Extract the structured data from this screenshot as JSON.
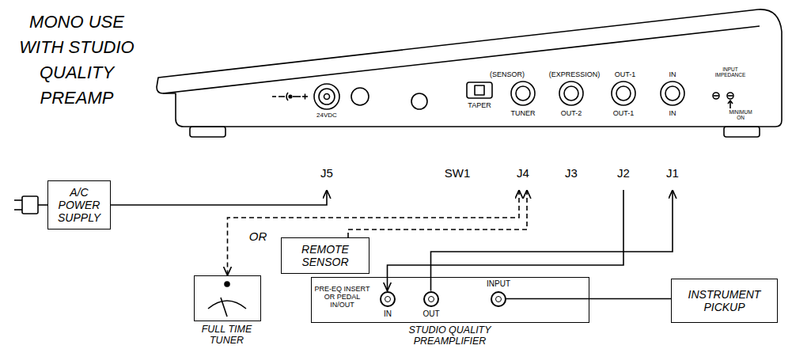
{
  "diagram": {
    "title": "MONO USE WITH STUDIO QUALITY PREAMP",
    "nodes": [
      {
        "text": [
          "24VDC",
          "TAPER",
          "(SENSOR)",
          "(EXPRESSION)",
          "OUT-1",
          "IN",
          "TUNER",
          "OUT-2",
          "OUT-1",
          "IN",
          "INPUT IMPEDANCE",
          "MINIMUM ON",
          "J5",
          "SW1",
          "J4",
          "J3",
          "J2",
          "J1"
        ]
      },
      {
        "text": [
          "A/C POWER SUPPLY"
        ]
      },
      {
        "text": [
          "FULL TIME TUNER"
        ]
      },
      {
        "text": [
          "REMOTE SENSOR"
        ]
      },
      {
        "text": [
          "PRE-EQ INSERT OR PEDAL IN/OUT",
          "STUDIO QUALITY PREAMPLIFIER"
        ]
      },
      {
        "text": [
          "IN"
        ],
        "in": 4
      },
      {
        "text": [
          "OUT"
        ],
        "in": 4
      },
      {
        "text": [
          "INPUT"
        ],
        "in": 4
      },
      {
        "text": [
          "INSTRUMENT PICKUP"
        ]
      }
    ],
    "edges": [
      {
        "from": 1,
        "to": 0,
        "arrow": "to"
      },
      {
        "from": 0,
        "to": 2,
        "arrow": "both"
      },
      {
        "from": 3,
        "to": 0,
        "arrow": "to"
      },
      {
        "from": 0,
        "to": 5,
        "arrow": "to"
      },
      {
        "from": 6,
        "to": 0,
        "arrow": "to"
      },
      {
        "from": 8,
        "to": 7,
        "arrow": "none"
      }
    ],
    "labels": [
      "OR"
    ]
  }
}
